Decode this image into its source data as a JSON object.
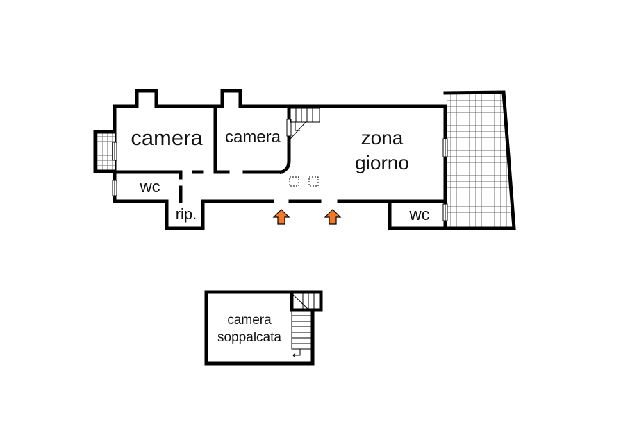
{
  "rooms": {
    "camera_1": "camera",
    "camera_2": "camera",
    "zona_giorno_line1": "zona",
    "zona_giorno_line2": "giorno",
    "wc_left": "wc",
    "ripostiglio": "rip.",
    "wc_right": "wc",
    "mezzanine_line1": "camera",
    "mezzanine_line2": "soppalcata"
  },
  "entrance_arrow_count": 2,
  "colors": {
    "walls": "#000000",
    "entrance_arrow": "#f07a2a",
    "terrace_grid": "#555555",
    "background": "#ffffff"
  },
  "icons": [
    "entrance-arrow-icon",
    "staircase-icon",
    "window-icon",
    "terrace-grid"
  ]
}
